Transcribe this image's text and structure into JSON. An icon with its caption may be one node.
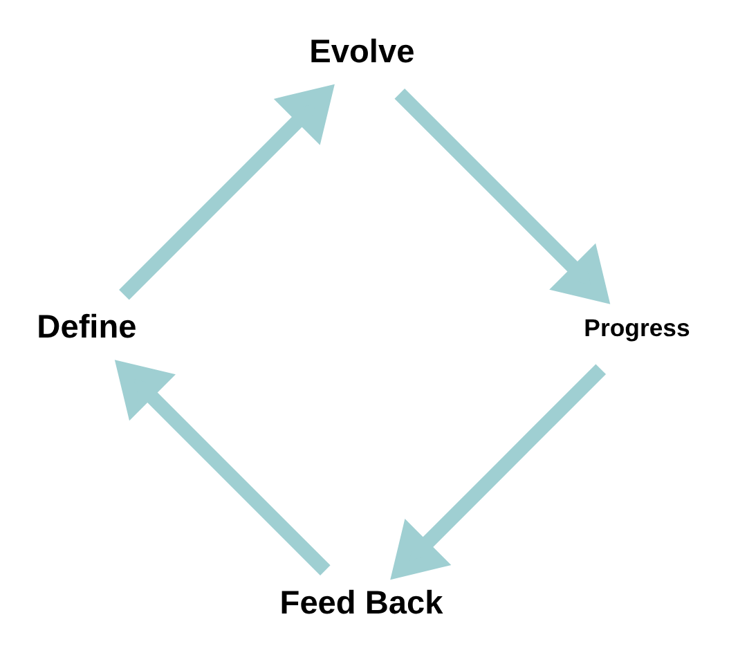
{
  "diagram": {
    "nodes": [
      {
        "text": [
          "Feed Back"
        ]
      },
      {
        "text": [
          "Define"
        ]
      },
      {
        "text": [
          "Evolve"
        ]
      },
      {
        "text": [
          "Progress"
        ]
      }
    ],
    "edges": [
      {
        "from": 0,
        "to": 1,
        "arrow": "to"
      },
      {
        "from": 1,
        "to": 2,
        "arrow": "to"
      },
      {
        "from": 2,
        "to": 3,
        "arrow": "to"
      },
      {
        "from": 3,
        "to": 0,
        "arrow": "to"
      }
    ]
  }
}
